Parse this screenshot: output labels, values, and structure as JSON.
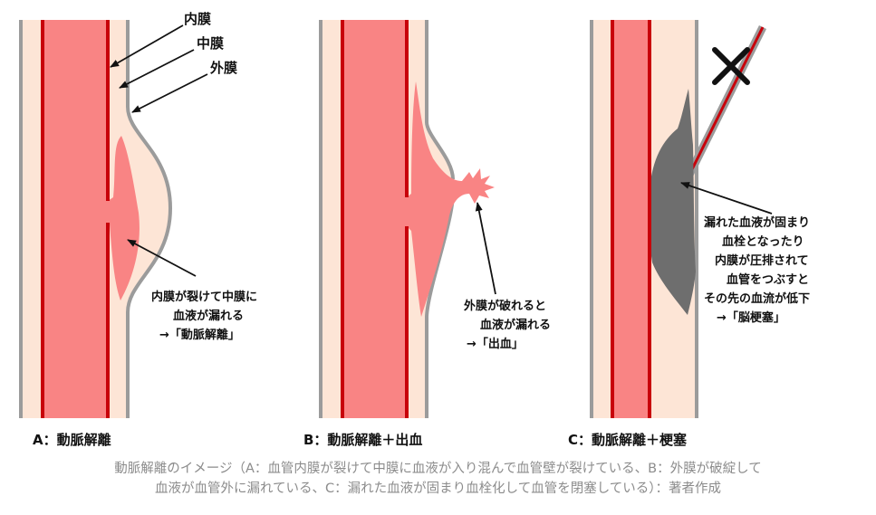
{
  "colors": {
    "blood": "#f98484",
    "intima": "#c8000a",
    "wall": "#fde5d6",
    "adventitia": "#9b9b9b",
    "clot": "#6e6e6e",
    "text": "#111111",
    "caption": "#8c8c8c"
  },
  "labels": {
    "intima": "内膜",
    "media": "中膜",
    "adventitia": "外膜"
  },
  "panels": [
    {
      "title": "A：動脈解離",
      "annotation": [
        "内膜が裂けて中膜に",
        "血液が漏れる",
        "→「動脈解離」"
      ]
    },
    {
      "title": "B：動脈解離＋出血",
      "annotation": [
        "外膜が破れると",
        "血液が漏れる",
        "→「出血」"
      ]
    },
    {
      "title": "C：動脈解離＋梗塞",
      "annotation": [
        "漏れた血液が固まり",
        "血栓となったり",
        "内膜が圧排されて",
        "血管をつぶすと",
        "その先の血流が低下",
        "→「脳梗塞」"
      ],
      "blocked_icon": "x-mark-icon"
    }
  ],
  "caption": [
    "動脈解離のイメージ（A：血管内膜が裂けて中膜に血液が入り混んで血管壁が裂けている、B：外膜が破綻して",
    "血液が血管外に漏れている、C：漏れた血液が固まり血栓化して血管を閉塞している）：著者作成"
  ]
}
